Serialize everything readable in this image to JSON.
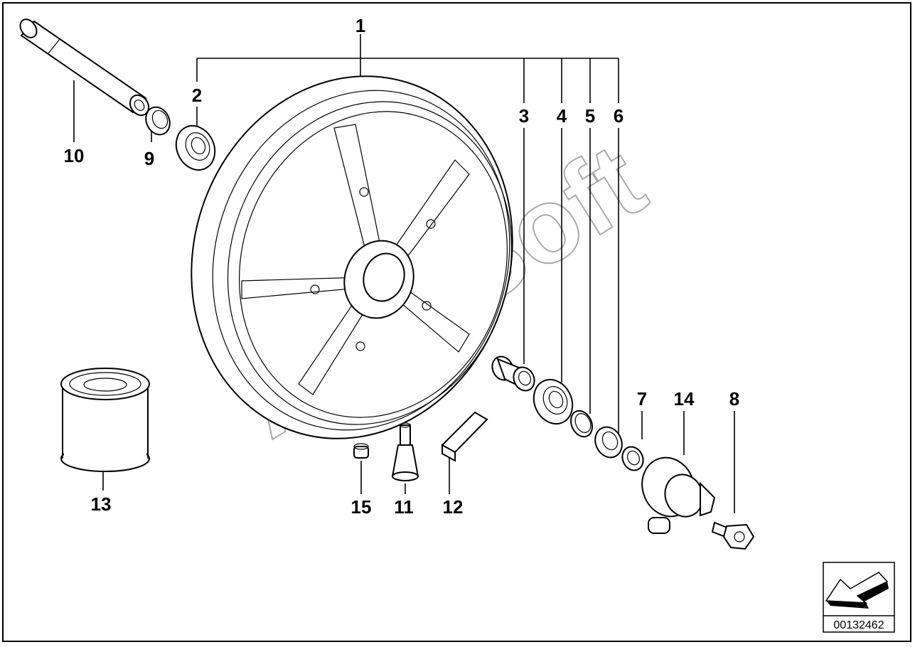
{
  "diagram": {
    "reference_number": "00132462",
    "watermark": "AutoSoft",
    "callouts": [
      "1",
      "2",
      "3",
      "4",
      "5",
      "6",
      "7",
      "8",
      "9",
      "10",
      "11",
      "12",
      "13",
      "14",
      "15"
    ]
  }
}
